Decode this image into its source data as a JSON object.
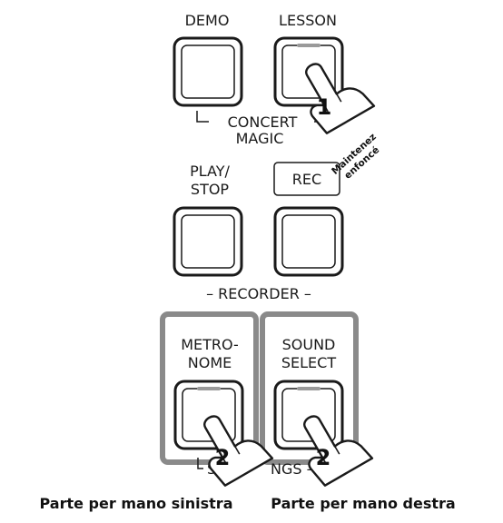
{
  "buttons": {
    "demo": "DEMO",
    "lesson": "LESSON",
    "play_stop_1": "PLAY/",
    "play_stop_2": "STOP",
    "rec": "REC",
    "metronome_1": "METRO-",
    "metronome_2": "NOME",
    "sound_select_1": "SOUND",
    "sound_select_2": "SELECT"
  },
  "groups": {
    "concert_magic_1": "CONCERT",
    "concert_magic_2": "MAGIC",
    "recorder": "– RECORDER –",
    "settings_left": "S",
    "settings_right": "NGS –"
  },
  "steps": {
    "step1": "1",
    "step2_left": "2",
    "step2_right": "2"
  },
  "hold_text": {
    "line1": "Maintenez",
    "line2": "enfoncé"
  },
  "captions": {
    "left": "Parte per mano sinistra",
    "right": "Parte per mano destra"
  }
}
